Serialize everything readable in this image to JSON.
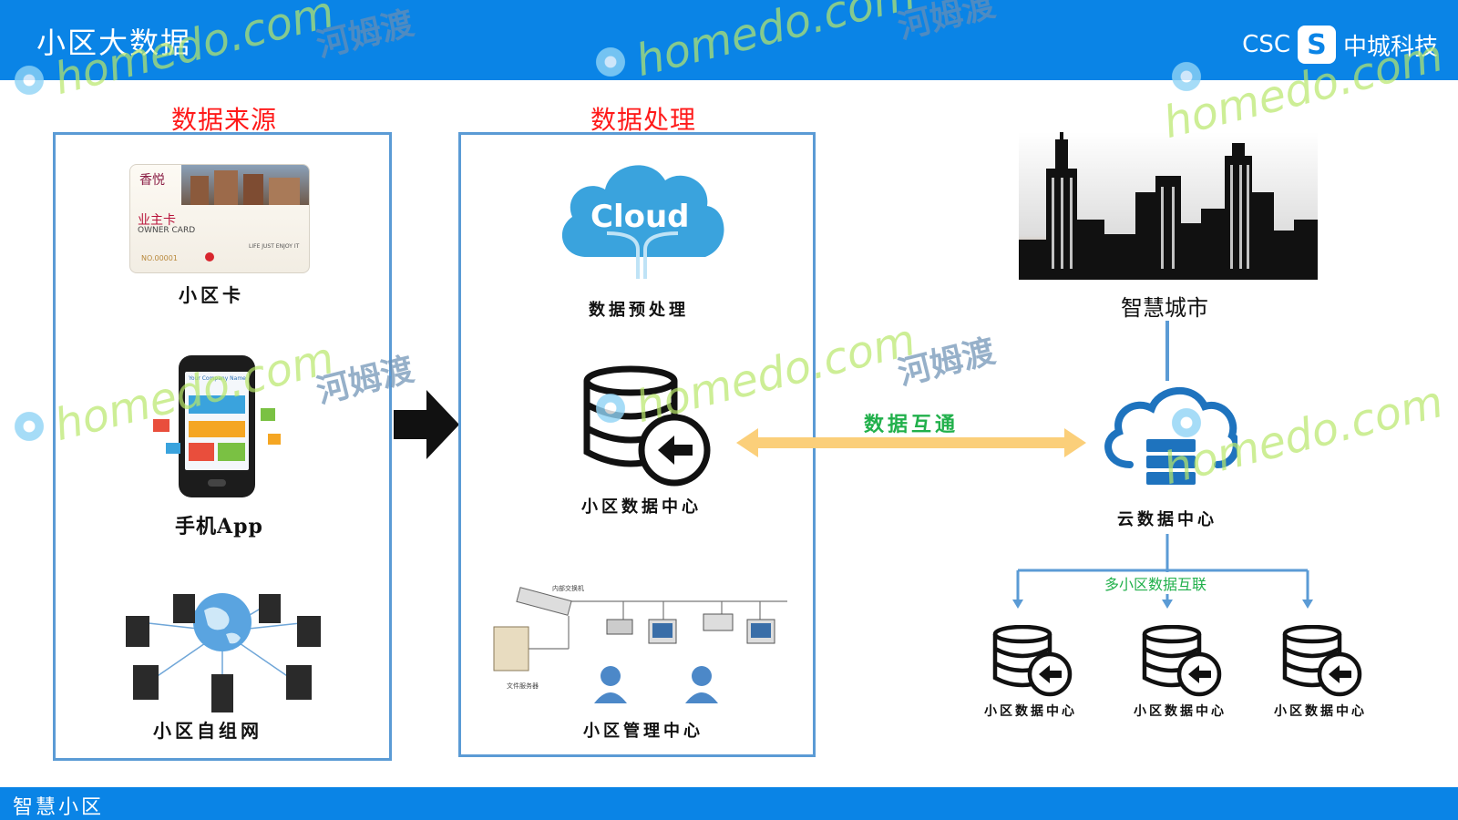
{
  "header": {
    "title": "小区大数据",
    "brand_prefix": "CSC",
    "brand_logo_letter": "S",
    "brand_name": "中城科技"
  },
  "footer": {
    "title": "智慧小区"
  },
  "sources": {
    "title": "数据来源",
    "card_label": "小区卡",
    "card": {
      "brand": "香悦",
      "title_cn": "业主卡",
      "title_en": "OWNER CARD",
      "number": "NO.00001",
      "slogan": "LIFE JUST ENJOY IT"
    },
    "phone_label": "手机App",
    "phone_screen": "Your Company Name",
    "network_label": "小区自组网"
  },
  "processing": {
    "title": "数据处理",
    "cloud_text": "Cloud",
    "preprocess_label": "数据预处理",
    "datacenter_label": "小区数据中心",
    "mgmt_label": "小区管理中心",
    "mgmt_switch_label": "内部交换机",
    "mgmt_server_label": "文件服务器"
  },
  "exchange": {
    "label": "数据互通"
  },
  "smart_city": {
    "label": "智慧城市"
  },
  "cloud_dc": {
    "label": "云数据中心"
  },
  "interconnect": {
    "label": "多小区数据互联"
  },
  "district_dcs": [
    {
      "label": "小区数据中心"
    },
    {
      "label": "小区数据中心"
    },
    {
      "label": "小区数据中心"
    }
  ],
  "watermark": {
    "site": "homedo.com",
    "cn": "河姆渡"
  },
  "colors": {
    "header_blue": "#0a84e6",
    "panel_border": "#5b9bd5",
    "section_title_red": "#ff1a1a",
    "exchange_arrow": "#fbcf7a",
    "cloud_blue": "#3aa3dd",
    "label_green": "#21b04b"
  }
}
